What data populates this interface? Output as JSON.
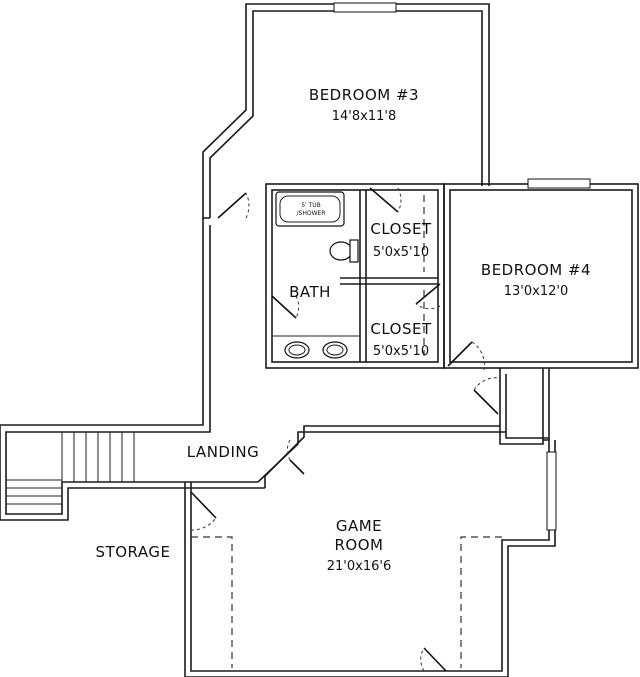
{
  "rooms": {
    "bedroom3": {
      "name": "BEDROOM #3",
      "dims": "14'8x11'8"
    },
    "bedroom4": {
      "name": "BEDROOM #4",
      "dims": "13'0x12'0"
    },
    "closet1": {
      "name": "CLOSET",
      "dims": "5'0x5'10"
    },
    "closet2": {
      "name": "CLOSET",
      "dims": "5'0x5'10"
    },
    "bath": {
      "name": "BATH"
    },
    "landing": {
      "name": "LANDING"
    },
    "storage": {
      "name": "STORAGE"
    },
    "game_room": {
      "name_line1": "GAME",
      "name_line2": "ROOM",
      "dims": "21'0x16'6"
    }
  },
  "fixtures": {
    "tub_line1": "5' TUB",
    "tub_line2": "/SHOWER"
  },
  "colors": {
    "wall": "#1a1a1a",
    "background": "#ffffff"
  }
}
